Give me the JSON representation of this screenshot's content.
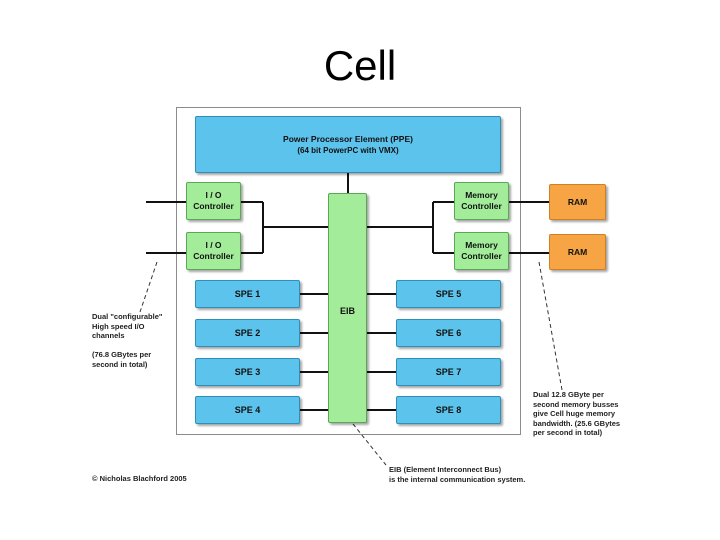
{
  "slide": {
    "title": "Cell"
  },
  "diagram": {
    "ppe": {
      "title": "Power Processor Element (PPE)",
      "subtitle": "(64 bit PowerPC with VMX)"
    },
    "io_controllers": [
      {
        "line1": "I / O",
        "line2": "Controller"
      },
      {
        "line1": "I / O",
        "line2": "Controller"
      }
    ],
    "memory_controllers": [
      {
        "line1": "Memory",
        "line2": "Controller"
      },
      {
        "line1": "Memory",
        "line2": "Controller"
      }
    ],
    "ram": [
      "RAM",
      "RAM"
    ],
    "eib": "EIB",
    "spe_left": [
      "SPE 1",
      "SPE 2",
      "SPE 3",
      "SPE 4"
    ],
    "spe_right": [
      "SPE 5",
      "SPE 6",
      "SPE 7",
      "SPE 8"
    ]
  },
  "notes": {
    "io": [
      "Dual \"configurable\"",
      "High speed I/O",
      "channels"
    ],
    "io_rate": [
      "(76.8 GBytes per",
      "second in total)"
    ],
    "memory": [
      "Dual 12.8 GByte per",
      "second memory busses",
      "give Cell huge memory",
      "bandwidth.  (25.6 GBytes",
      "per second in total)"
    ],
    "eib": [
      "EIB (Element Interconnect Bus)",
      "is the internal communication system."
    ],
    "copyright": "© Nicholas Blachford 2005"
  },
  "colors": {
    "processor": "#5cc3ec",
    "bus": "#a2ec9a",
    "ram": "#f7a445",
    "line": "#111111"
  }
}
